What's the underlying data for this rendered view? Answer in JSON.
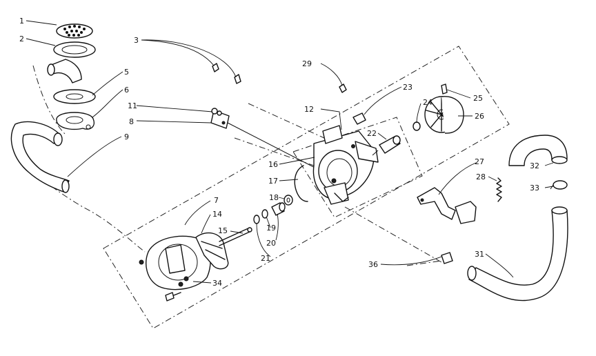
{
  "labels": {
    "l1": "1",
    "l2": "2",
    "l3": "3",
    "l5": "5",
    "l6": "6",
    "l7": "7",
    "l8": "8",
    "l9": "9",
    "l11": "11",
    "l12": "12",
    "l14": "14",
    "l15": "15",
    "l16": "16",
    "l17": "17",
    "l18": "18",
    "l19": "19",
    "l20": "20",
    "l21": "21",
    "l22": "22",
    "l23": "23",
    "l24": "24",
    "l25": "25",
    "l26": "26",
    "l27": "27",
    "l28": "28",
    "l29": "29",
    "l31": "31",
    "l32": "32",
    "l33": "33",
    "l34": "34",
    "l36": "36"
  }
}
